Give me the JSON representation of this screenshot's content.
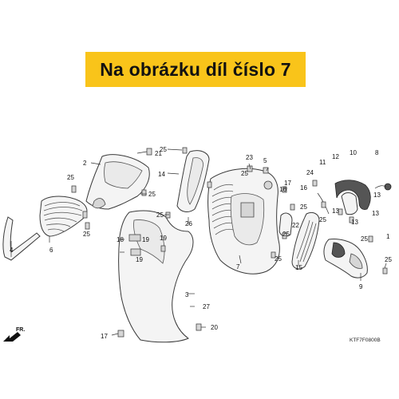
{
  "banner": {
    "text": "Na obrázku díl číslo 7",
    "color": "#f9c41a"
  },
  "diagram": {
    "code": "KTF7F0800B",
    "direction_label": "FR.",
    "labels": [
      {
        "key": "n21",
        "text": "21"
      },
      {
        "key": "n2",
        "text": "2"
      },
      {
        "key": "n25a",
        "text": "25"
      },
      {
        "key": "n25b",
        "text": "25"
      },
      {
        "key": "n6",
        "text": "6"
      },
      {
        "key": "n4",
        "text": "4"
      },
      {
        "key": "n25c",
        "text": "25"
      },
      {
        "key": "n25d",
        "text": "25"
      },
      {
        "key": "n14",
        "text": "14"
      },
      {
        "key": "n25e",
        "text": "25"
      },
      {
        "key": "n26",
        "text": "26"
      },
      {
        "key": "n18",
        "text": "18"
      },
      {
        "key": "n19a",
        "text": "19"
      },
      {
        "key": "n19b",
        "text": "19"
      },
      {
        "key": "n19c",
        "text": "19"
      },
      {
        "key": "n3",
        "text": "3"
      },
      {
        "key": "n27",
        "text": "27"
      },
      {
        "key": "n17a",
        "text": "17"
      },
      {
        "key": "n20",
        "text": "20"
      },
      {
        "key": "n23",
        "text": "23"
      },
      {
        "key": "n5",
        "text": "5"
      },
      {
        "key": "n25f",
        "text": "25"
      },
      {
        "key": "n7",
        "text": "7"
      },
      {
        "key": "n25g",
        "text": "25"
      },
      {
        "key": "n17b",
        "text": "17"
      },
      {
        "key": "n16",
        "text": "16"
      },
      {
        "key": "n25h",
        "text": "25"
      },
      {
        "key": "n22",
        "text": "22"
      },
      {
        "key": "n25i",
        "text": "25"
      },
      {
        "key": "n15",
        "text": "15"
      },
      {
        "key": "n24",
        "text": "24"
      },
      {
        "key": "n11",
        "text": "11"
      },
      {
        "key": "n16b",
        "text": "16"
      },
      {
        "key": "n12",
        "text": "12"
      },
      {
        "key": "n10",
        "text": "10"
      },
      {
        "key": "n8",
        "text": "8"
      },
      {
        "key": "n13a",
        "text": "13"
      },
      {
        "key": "n13b",
        "text": "13"
      },
      {
        "key": "n13c",
        "text": "13"
      },
      {
        "key": "n13d",
        "text": "13"
      },
      {
        "key": "n25j",
        "text": "25"
      },
      {
        "key": "n25k",
        "text": "25"
      },
      {
        "key": "n25l",
        "text": "25"
      },
      {
        "key": "n9",
        "text": "9"
      },
      {
        "key": "n1",
        "text": "1"
      }
    ]
  }
}
